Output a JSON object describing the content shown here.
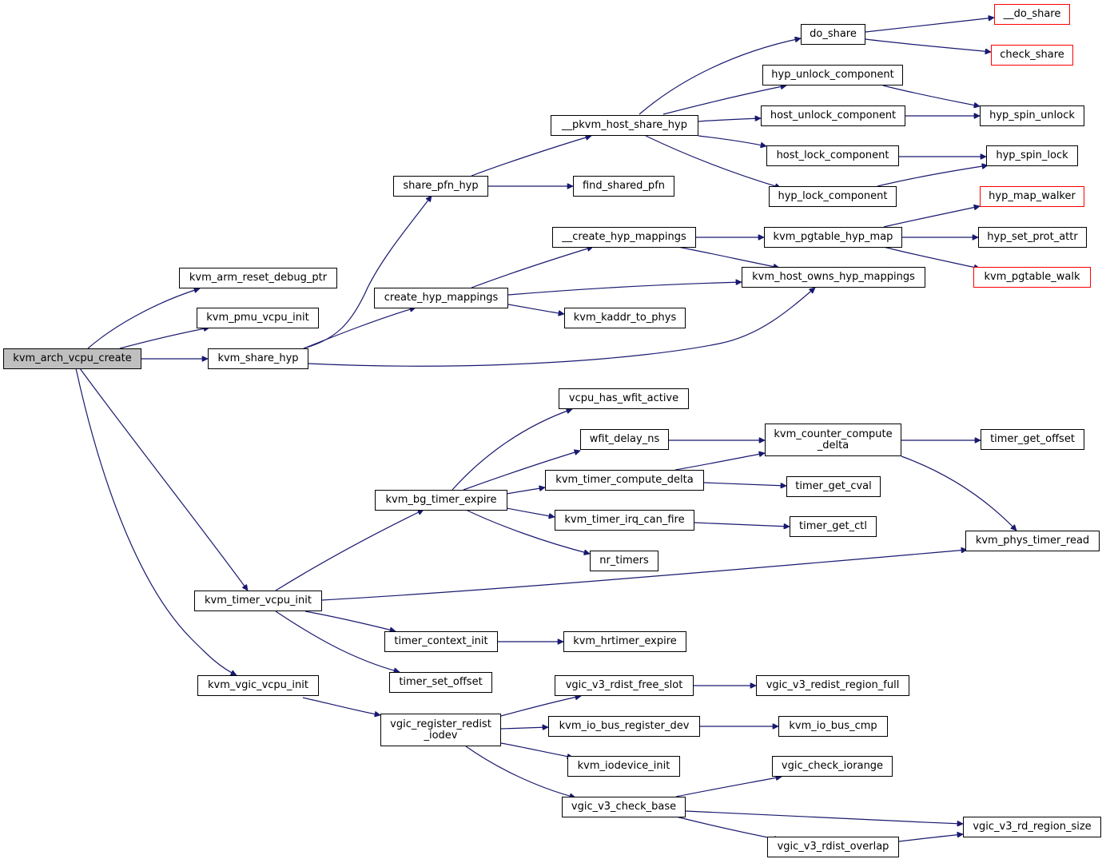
{
  "colors": {
    "edge": "#191970",
    "root_fill": "#bfbfbf",
    "truncated_border": "#ff0000"
  },
  "nodes": {
    "kvm_arch_vcpu_create": "kvm_arch_vcpu_create",
    "kvm_arm_reset_debug_ptr": "kvm_arm_reset_debug_ptr",
    "kvm_pmu_vcpu_init": "kvm_pmu_vcpu_init",
    "kvm_share_hyp": "kvm_share_hyp",
    "kvm_timer_vcpu_init": "kvm_timer_vcpu_init",
    "kvm_vgic_vcpu_init": "kvm_vgic_vcpu_init",
    "share_pfn_hyp": "share_pfn_hyp",
    "create_hyp_mappings": "create_hyp_mappings",
    "kvm_bg_timer_expire": "kvm_bg_timer_expire",
    "timer_context_init": "timer_context_init",
    "timer_set_offset": "timer_set_offset",
    "vgic_register_redist_iodev": "vgic_register_redist\n_iodev",
    "pkvm_host_share_hyp": "__pkvm_host_share_hyp",
    "find_shared_pfn": "find_shared_pfn",
    "create_hyp_mappings_internal": "__create_hyp_mappings",
    "kvm_kaddr_to_phys": "kvm_kaddr_to_phys",
    "vcpu_has_wfit_active": "vcpu_has_wfit_active",
    "wfit_delay_ns": "wfit_delay_ns",
    "kvm_timer_compute_delta": "kvm_timer_compute_delta",
    "kvm_timer_irq_can_fire": "kvm_timer_irq_can_fire",
    "nr_timers": "nr_timers",
    "kvm_hrtimer_expire": "kvm_hrtimer_expire",
    "vgic_v3_rdist_free_slot": "vgic_v3_rdist_free_slot",
    "kvm_io_bus_register_dev": "kvm_io_bus_register_dev",
    "kvm_iodevice_init": "kvm_iodevice_init",
    "vgic_v3_check_base": "vgic_v3_check_base",
    "do_share": "do_share",
    "hyp_unlock_component": "hyp_unlock_component",
    "host_unlock_component": "host_unlock_component",
    "host_lock_component": "host_lock_component",
    "hyp_lock_component": "hyp_lock_component",
    "kvm_pgtable_hyp_map": "kvm_pgtable_hyp_map",
    "kvm_host_owns_hyp_mappings": "kvm_host_owns_hyp_mappings",
    "kvm_counter_compute_delta": "kvm_counter_compute\n_delta",
    "timer_get_cval": "timer_get_cval",
    "timer_get_ctl": "timer_get_ctl",
    "vgic_v3_redist_region_full": "vgic_v3_redist_region_full",
    "kvm_io_bus_cmp": "kvm_io_bus_cmp",
    "vgic_check_iorange": "vgic_check_iorange",
    "vgic_v3_rdist_overlap": "vgic_v3_rdist_overlap",
    "do_share_internal": "__do_share",
    "check_share": "check_share",
    "hyp_spin_unlock": "hyp_spin_unlock",
    "hyp_spin_lock": "hyp_spin_lock",
    "hyp_map_walker": "hyp_map_walker",
    "hyp_set_prot_attr": "hyp_set_prot_attr",
    "kvm_pgtable_walk": "kvm_pgtable_walk",
    "timer_get_offset": "timer_get_offset",
    "kvm_phys_timer_read": "kvm_phys_timer_read",
    "vgic_v3_rd_region_size": "vgic_v3_rd_region_size"
  }
}
